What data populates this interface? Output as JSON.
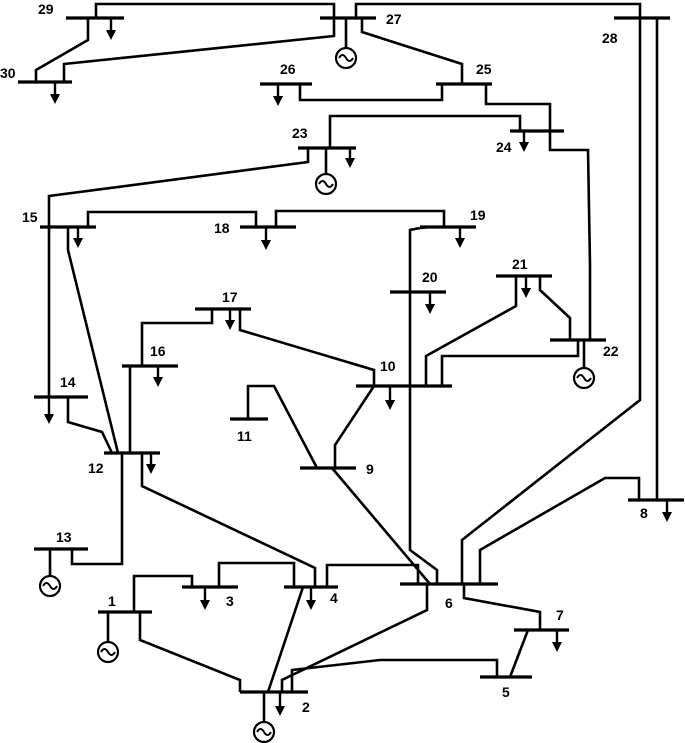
{
  "diagram": {
    "buses": [
      {
        "id": "1",
        "label": "1"
      },
      {
        "id": "2",
        "label": "2"
      },
      {
        "id": "3",
        "label": "3"
      },
      {
        "id": "4",
        "label": "4"
      },
      {
        "id": "5",
        "label": "5"
      },
      {
        "id": "6",
        "label": "6"
      },
      {
        "id": "7",
        "label": "7"
      },
      {
        "id": "8",
        "label": "8"
      },
      {
        "id": "9",
        "label": "9"
      },
      {
        "id": "10",
        "label": "10"
      },
      {
        "id": "11",
        "label": "11"
      },
      {
        "id": "12",
        "label": "12"
      },
      {
        "id": "13",
        "label": "13"
      },
      {
        "id": "14",
        "label": "14"
      },
      {
        "id": "15",
        "label": "15"
      },
      {
        "id": "16",
        "label": "16"
      },
      {
        "id": "17",
        "label": "17"
      },
      {
        "id": "18",
        "label": "18"
      },
      {
        "id": "19",
        "label": "19"
      },
      {
        "id": "20",
        "label": "20"
      },
      {
        "id": "21",
        "label": "21"
      },
      {
        "id": "22",
        "label": "22"
      },
      {
        "id": "23",
        "label": "23"
      },
      {
        "id": "24",
        "label": "24"
      },
      {
        "id": "25",
        "label": "25"
      },
      {
        "id": "26",
        "label": "26"
      },
      {
        "id": "27",
        "label": "27"
      },
      {
        "id": "28",
        "label": "28"
      },
      {
        "id": "29",
        "label": "29"
      },
      {
        "id": "30",
        "label": "30"
      }
    ],
    "generator_buses": [
      "1",
      "2",
      "13",
      "22",
      "23",
      "27"
    ],
    "load_buses": [
      "2",
      "3",
      "4",
      "7",
      "8",
      "10",
      "12",
      "14",
      "15",
      "16",
      "17",
      "18",
      "19",
      "20",
      "21",
      "23",
      "24",
      "26",
      "29",
      "30"
    ],
    "branches": [
      [
        "1",
        "2"
      ],
      [
        "1",
        "3"
      ],
      [
        "2",
        "4"
      ],
      [
        "3",
        "4"
      ],
      [
        "2",
        "5"
      ],
      [
        "2",
        "6"
      ],
      [
        "4",
        "6"
      ],
      [
        "5",
        "7"
      ],
      [
        "6",
        "7"
      ],
      [
        "6",
        "8"
      ],
      [
        "6",
        "9"
      ],
      [
        "6",
        "10"
      ],
      [
        "9",
        "11"
      ],
      [
        "9",
        "10"
      ],
      [
        "4",
        "12"
      ],
      [
        "12",
        "13"
      ],
      [
        "12",
        "14"
      ],
      [
        "12",
        "15"
      ],
      [
        "12",
        "16"
      ],
      [
        "14",
        "15"
      ],
      [
        "16",
        "17"
      ],
      [
        "15",
        "18"
      ],
      [
        "18",
        "19"
      ],
      [
        "19",
        "20"
      ],
      [
        "10",
        "20"
      ],
      [
        "10",
        "17"
      ],
      [
        "10",
        "21"
      ],
      [
        "10",
        "22"
      ],
      [
        "21",
        "22"
      ],
      [
        "15",
        "23"
      ],
      [
        "22",
        "24"
      ],
      [
        "23",
        "24"
      ],
      [
        "24",
        "25"
      ],
      [
        "25",
        "26"
      ],
      [
        "25",
        "27"
      ],
      [
        "28",
        "27"
      ],
      [
        "27",
        "29"
      ],
      [
        "27",
        "30"
      ],
      [
        "29",
        "30"
      ],
      [
        "8",
        "28"
      ],
      [
        "6",
        "28"
      ]
    ]
  }
}
